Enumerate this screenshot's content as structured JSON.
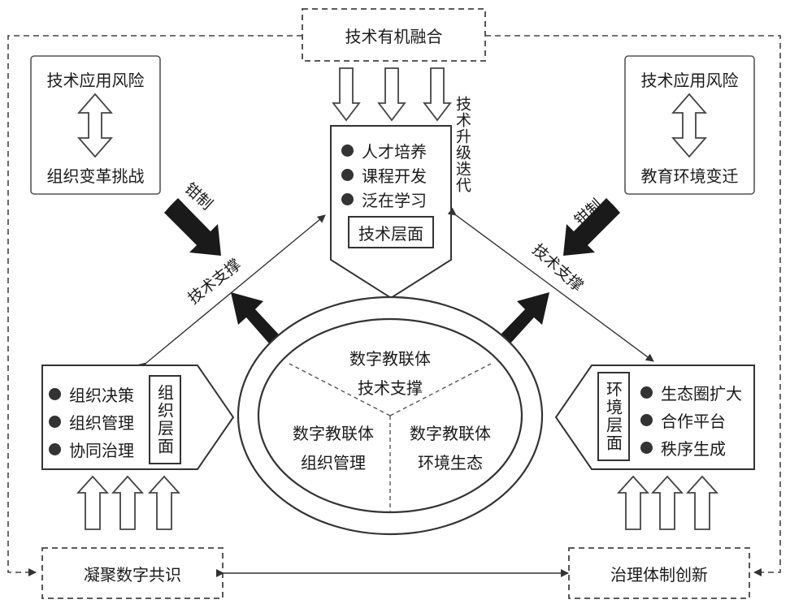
{
  "top": {
    "integration": "技术有机融合",
    "upgrade": "技术升级迭代"
  },
  "left_risk": {
    "top": "技术应用风险",
    "bottom": "组织变革挑战"
  },
  "right_risk": {
    "top": "技术应用风险",
    "bottom": "教育环境变迁"
  },
  "restrain": {
    "left": "钳制",
    "right": "钳制"
  },
  "support": {
    "left": "技术支撑",
    "right": "技术支撑"
  },
  "tech_layer": {
    "items": [
      "人才培养",
      "课程开发",
      "泛在学习"
    ],
    "label": "技术层面"
  },
  "org_layer": {
    "items": [
      "组织决策",
      "组织管理",
      "协同治理"
    ],
    "label": "组织层面"
  },
  "env_layer": {
    "items": [
      "生态圈扩大",
      "合作平台",
      "秩序生成"
    ],
    "label": "环境层面"
  },
  "center": {
    "top": [
      "数字教联体",
      "技术支撑"
    ],
    "left": [
      "数字教联体",
      "组织管理"
    ],
    "right": [
      "数字教联体",
      "环境生态"
    ]
  },
  "bottom": {
    "left": "凝聚数字共识",
    "right": "治理体制创新"
  }
}
